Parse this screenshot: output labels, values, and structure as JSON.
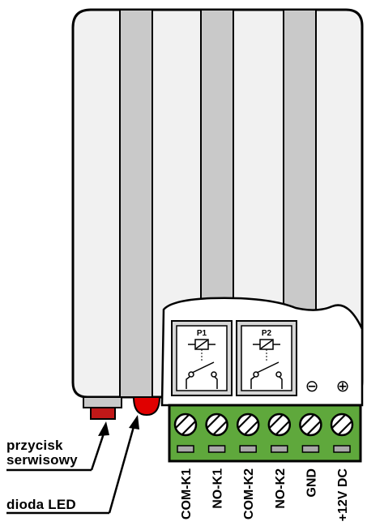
{
  "callouts": {
    "service_button": [
      "przycisk",
      "serwisowy"
    ],
    "led": "dioda LED"
  },
  "relays": [
    {
      "label": "P1"
    },
    {
      "label": "P2"
    }
  ],
  "power_symbols": {
    "minus": "⊖",
    "plus": "⊕"
  },
  "terminals": [
    "COM-K1",
    "NO-K1",
    "COM-K2",
    "NO-K2",
    "GND",
    "+12V DC"
  ],
  "colors": {
    "housing": "#f0f0f0",
    "housing_stripe": "#c8c8c8",
    "terminal_block": "#5fa83c",
    "terminal_slot": "#a9a9a9",
    "led": "#e00000",
    "button": "#c01818"
  }
}
